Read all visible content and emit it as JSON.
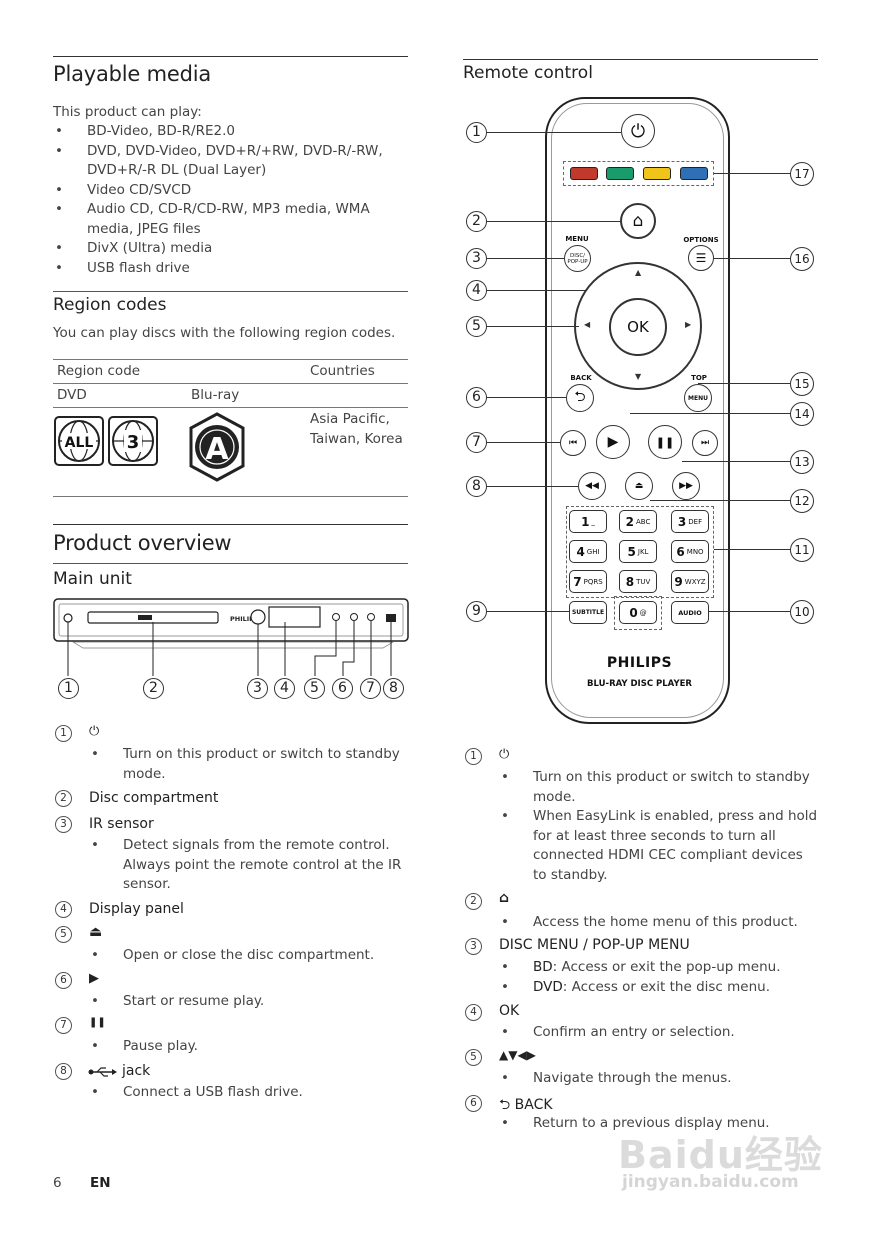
{
  "left": {
    "playable": {
      "title": "Playable media",
      "intro": "This product can play:",
      "items": [
        "BD-Video, BD-R/RE2.0",
        "DVD, DVD-Video, DVD+R/+RW, DVD-R/-RW, DVD+R/-R DL (Dual Layer)",
        "Video CD/SVCD",
        "Audio CD, CD-R/CD-RW, MP3 media, WMA media, JPEG files",
        "DivX (Ultra) media",
        "USB flash drive"
      ]
    },
    "region": {
      "title": "Region codes",
      "intro": "You can play discs with the following region codes.",
      "col1": "Region code",
      "col2": "Countries",
      "dvd": "DVD",
      "bluray": "Blu-ray",
      "countries": "Asia Pacific, Taiwan, Korea",
      "logo_all": "ALL",
      "logo_3": "3",
      "logo_a": "A"
    },
    "overview": {
      "title": "Product overview",
      "subtitle": "Main unit",
      "brand": "PHILIPS",
      "callouts": [
        "1",
        "2",
        "3",
        "4",
        "5",
        "6",
        "7",
        "8"
      ]
    },
    "items": [
      {
        "num": "1",
        "label": "⏻",
        "bullets": [
          "Turn on this product or switch to standby mode."
        ]
      },
      {
        "num": "2",
        "label": "Disc compartment",
        "bullets": []
      },
      {
        "num": "3",
        "label": "IR sensor",
        "bullets": [
          "Detect signals from the remote control. Always point the remote control at the IR sensor."
        ]
      },
      {
        "num": "4",
        "label": "Display panel",
        "bullets": []
      },
      {
        "num": "5",
        "label": "⏏",
        "bullets": [
          "Open or close the disc compartment."
        ]
      },
      {
        "num": "6",
        "label": "▶",
        "bullets": [
          "Start or resume play."
        ]
      },
      {
        "num": "7",
        "label": "❚❚",
        "bullets": [
          "Pause play."
        ]
      },
      {
        "num": "8",
        "label": "jack",
        "bullets": [
          "Connect a USB flash drive."
        ]
      }
    ],
    "footer": {
      "page": "6",
      "lang": "EN"
    }
  },
  "right": {
    "title": "Remote control",
    "remote": {
      "brand": "PHILIPS",
      "model": "BLU-RAY DISC PLAYER",
      "ok": "OK",
      "menu": "MENU",
      "disc": "DISC/ POP-UP",
      "options": "OPTIONS",
      "back": "BACK",
      "top": "TOP",
      "menu2": "MENU",
      "subtitle": "SUBTITLE",
      "audio": "AUDIO",
      "colors": [
        "#c0392b",
        "#1a9b6c",
        "#f0c419",
        "#2f6fb5"
      ],
      "keys": [
        [
          "1",
          "_"
        ],
        [
          "2",
          "ABC"
        ],
        [
          "3",
          "DEF"
        ],
        [
          "4",
          "GHI"
        ],
        [
          "5",
          "JKL"
        ],
        [
          "6",
          "MNO"
        ],
        [
          "7",
          "PQRS"
        ],
        [
          "8",
          "TUV"
        ],
        [
          "9",
          "WXYZ"
        ],
        [
          "0",
          "@"
        ]
      ],
      "callouts": [
        "1",
        "2",
        "3",
        "4",
        "5",
        "6",
        "7",
        "8",
        "9",
        "10",
        "11",
        "12",
        "13",
        "14",
        "15",
        "16",
        "17"
      ]
    },
    "items": [
      {
        "num": "1",
        "label": "⏻",
        "bullets": [
          "Turn on this product or switch to standby mode.",
          "When EasyLink is enabled, press and hold for at least three seconds to turn all connected HDMI CEC compliant devices to standby."
        ]
      },
      {
        "num": "2",
        "label": "⌂",
        "bullets": [
          "Access the home menu of this product."
        ]
      },
      {
        "num": "3",
        "label": "DISC MENU / POP-UP MENU",
        "bullets": []
      },
      {
        "num": "4",
        "label": "OK",
        "bullets": [
          "Confirm an entry or selection."
        ]
      },
      {
        "num": "5",
        "label": "▲▼◀▶",
        "bullets": [
          "Navigate through the menus."
        ]
      },
      {
        "num": "6",
        "label": "⮌ BACK",
        "bullets": [
          "Return to a previous display menu."
        ]
      }
    ],
    "item3_bd_key": "BD",
    "item3_bd_text": ": Access or exit the pop-up menu.",
    "item3_dvd_key": "DVD",
    "item3_dvd_text": ": Access or exit the disc menu."
  },
  "watermark": {
    "line1": "Baidu经验",
    "line2": "jingyan.baidu.com"
  }
}
